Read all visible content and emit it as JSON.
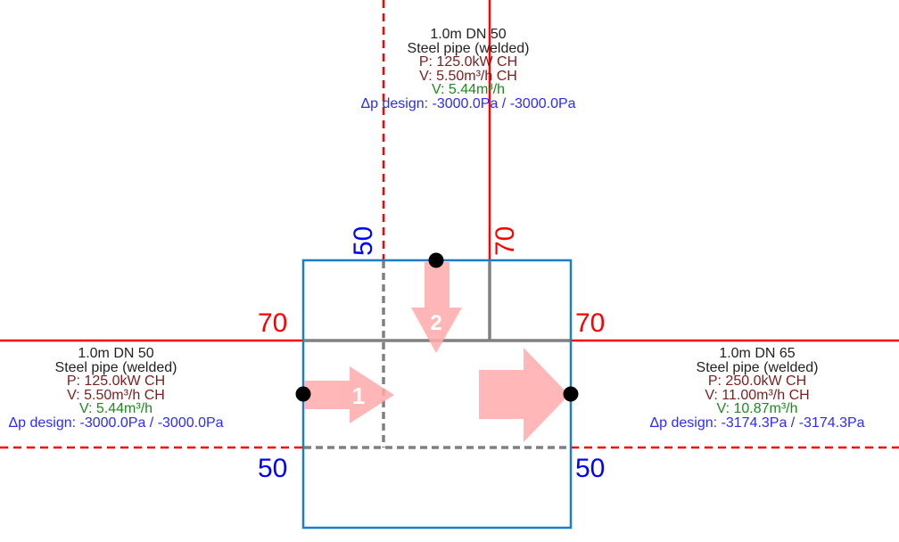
{
  "colors": {
    "supply_line": "#ff0000",
    "return_line": "#ff0000",
    "box_border": "#1a7fc8",
    "inner_pipe": "#808080",
    "flow_arrow": "#ffaaaa",
    "node": "#000000",
    "label_dark": "#222222",
    "label_heat": "#7a1f1f",
    "label_flow": "#1e8a1e",
    "label_dp": "#2b2bff",
    "dn_supply": "#ff0000",
    "dn_return": "#0000ff"
  },
  "segments": {
    "top": {
      "length_dn": "1.0m DN 50",
      "material": "Steel pipe (welded)",
      "power": "P: 125.0kW CH",
      "flow_design": "V: 5.50m³/h CH",
      "flow": "V: 5.44m³/h",
      "dp_design": "Δp design: -3000.0Pa / -3000.0Pa"
    },
    "left": {
      "length_dn": "1.0m DN 50",
      "material": "Steel pipe (welded)",
      "power": "P: 125.0kW CH",
      "flow_design": "V: 5.50m³/h CH",
      "flow": "V: 5.44m³/h",
      "dp_design": "Δp design: -3000.0Pa / -3000.0Pa"
    },
    "right": {
      "length_dn": "1.0m DN 65",
      "material": "Steel pipe (welded)",
      "power": "P: 250.0kW CH",
      "flow_design": "V: 11.00m³/h CH",
      "flow": "V: 10.87m³/h",
      "dp_design": "Δp design: -3174.3Pa / -3174.3Pa"
    }
  },
  "dn_labels": {
    "top_return": "50",
    "top_supply": "70",
    "left_supply": "70",
    "right_supply": "70",
    "left_return": "50",
    "right_return": "50"
  },
  "flow_arrows": {
    "inlet_1": "1",
    "inlet_2": "2"
  }
}
